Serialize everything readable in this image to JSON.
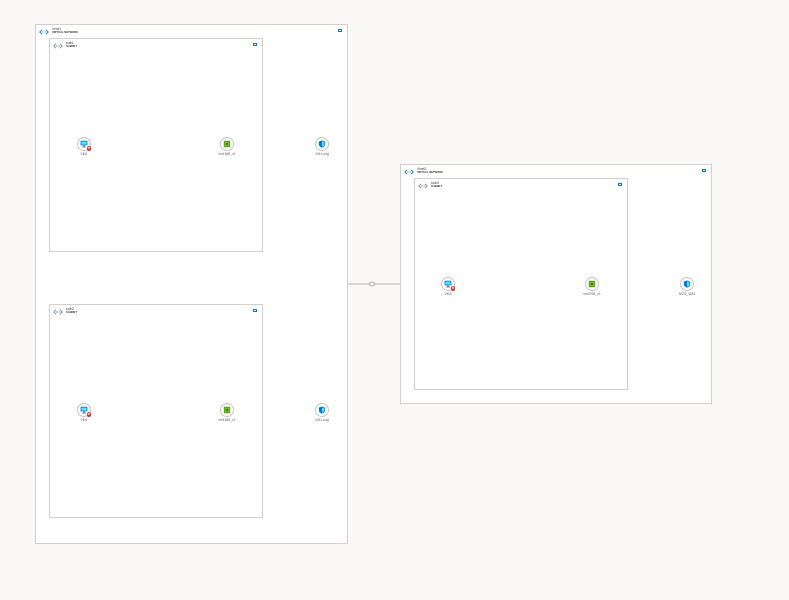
{
  "vnets": [
    {
      "name": "Vnet1",
      "type": "VIRTUAL NETWORK"
    },
    {
      "name": "Vnet2",
      "type": "VIRTUAL NETWORK"
    }
  ],
  "subnets": [
    {
      "name": "sub1",
      "type": "SUBNET"
    },
    {
      "name": "sub2",
      "type": "SUBNET"
    },
    {
      "name": "sub3",
      "type": "SUBNET"
    }
  ],
  "nodes": {
    "vm1": {
      "label": "VM1"
    },
    "nic1": {
      "label": "vm1565_z1"
    },
    "nsg1": {
      "label": "VM1-nsg"
    },
    "vm2": {
      "label": "VM2"
    },
    "nic2": {
      "label": "vm1565_z1"
    },
    "nsg2": {
      "label": "VM1-nsg"
    },
    "vm3": {
      "label": "VM3"
    },
    "nic3": {
      "label": "vm3765_z1"
    },
    "nsg3": {
      "label": "NVG_VM3"
    }
  },
  "colors": {
    "background": "#faf9f8",
    "border": "#d2d0ce",
    "accent": "#0078d4",
    "nic_green": "#5ea31a",
    "error_red": "#d13438",
    "link_gray": "#8a8886"
  },
  "icons": {
    "vnet": "vnet-icon",
    "subnet": "subnet-icon",
    "vm": "virtual-machine-icon",
    "nic": "network-interface-icon",
    "nsg": "network-security-group-icon",
    "peering": "peering-icon",
    "expand": "expand-icon"
  }
}
